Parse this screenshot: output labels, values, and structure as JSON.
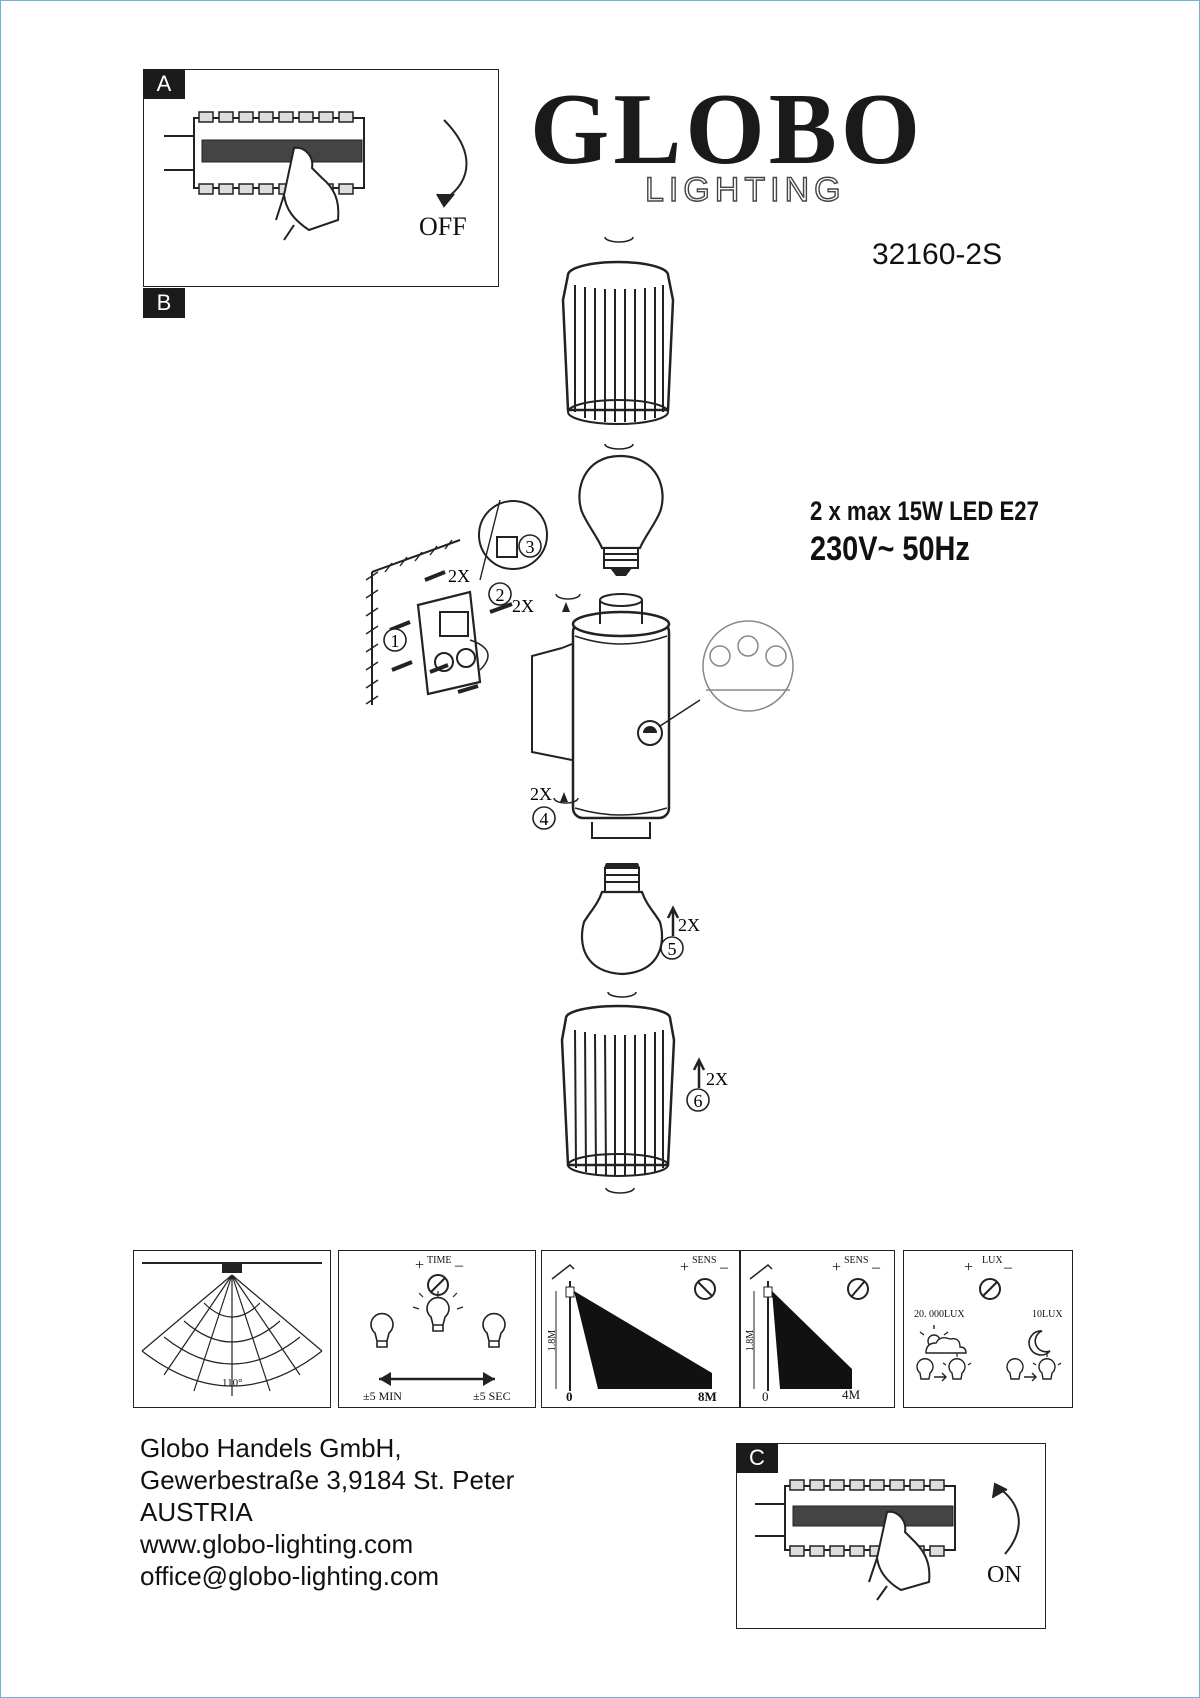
{
  "brand": {
    "name": "GLOBO",
    "sub": "LIGHTING"
  },
  "model": "32160-2S",
  "steps": {
    "a": {
      "tag": "A",
      "label": "OFF"
    },
    "b": {
      "tag": "B"
    },
    "c": {
      "tag": "C",
      "label": "ON"
    }
  },
  "specs": {
    "line1": "2 x max 15W LED E27",
    "line2": "230V~ 50Hz"
  },
  "callouts": {
    "n1": "1",
    "n2": "2",
    "n3": "3",
    "n4": "4",
    "n5": "5",
    "n6": "6",
    "qty_screws": "2X",
    "qty_wall": "2X",
    "qty_screw4": "2X",
    "qty_bulb": "2X",
    "qty_shade": "2X"
  },
  "sensor_panels": {
    "angle": "110°",
    "time": {
      "label": "TIME",
      "plus": "+",
      "minus": "–",
      "min": "±5 MIN",
      "sec": "±5 SEC"
    },
    "sens1": {
      "label": "SENS",
      "plus": "+",
      "minus": "–",
      "height": "1.8M",
      "start": "0",
      "end": "8M"
    },
    "sens2": {
      "label": "SENS",
      "plus": "+",
      "minus": "–",
      "height": "1.8M",
      "start": "0",
      "end": "4M"
    },
    "lux": {
      "label": "LUX",
      "plus": "+",
      "minus": "–",
      "high": "20. 000LUX",
      "low": "10LUX"
    }
  },
  "address": {
    "company": "Globo Handels GmbH,",
    "street": "Gewerbestraße 3,9184 St. Peter",
    "country": "AUSTRIA",
    "web": "www.globo-lighting.com",
    "email": "office@globo-lighting.com"
  }
}
